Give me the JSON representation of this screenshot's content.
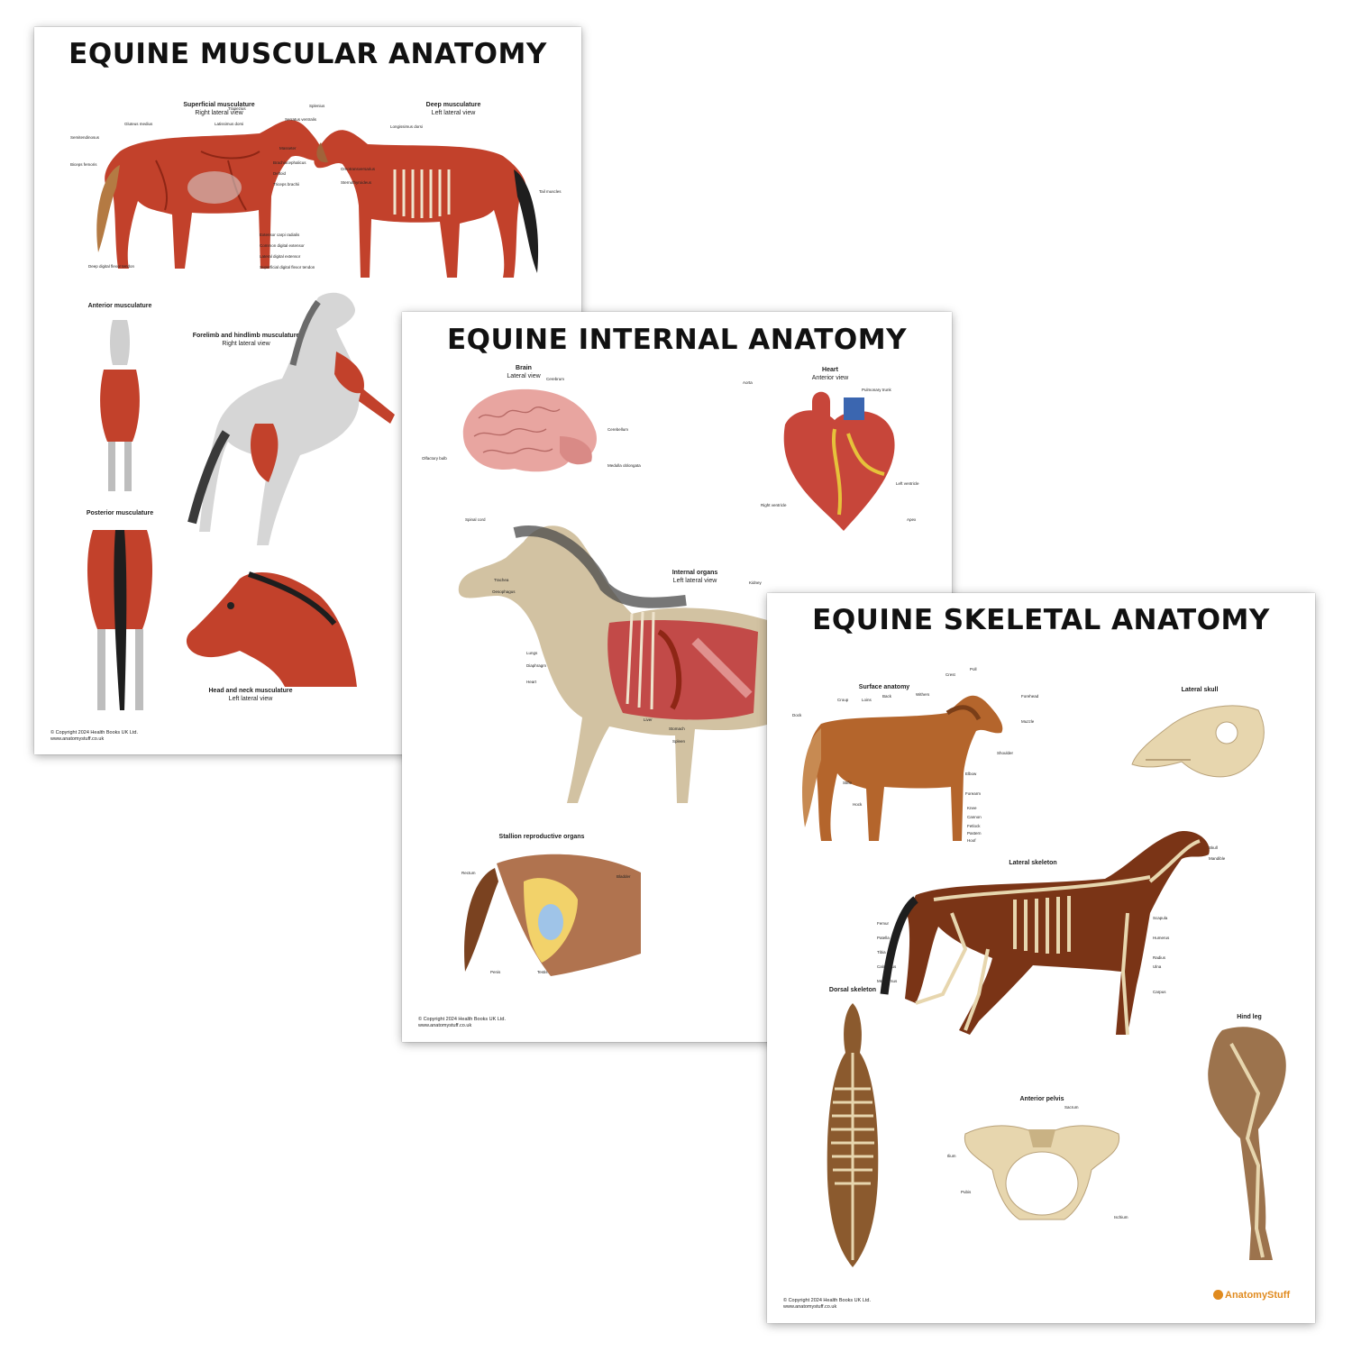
{
  "posters": {
    "muscular": {
      "title": "EQUINE MUSCULAR ANATOMY",
      "sections": {
        "superficial": {
          "title": "Superficial musculature",
          "sub": "Right lateral view"
        },
        "deep": {
          "title": "Deep musculature",
          "sub": "Left lateral view"
        },
        "anterior": {
          "title": "Anterior musculature"
        },
        "forelimb": {
          "title": "Forelimb and hindlimb musculature",
          "sub": "Right lateral view"
        },
        "posterior": {
          "title": "Posterior musculature"
        },
        "head": {
          "title": "Head and neck musculature",
          "sub": "Left lateral view"
        }
      },
      "labels": [
        "Trapezius",
        "Brachiocephalicus",
        "Deltoid",
        "Triceps brachii",
        "Latissimus dorsi",
        "Gluteus medius",
        "Biceps femoris",
        "Semitendinosus",
        "Serratus ventralis",
        "Splenius",
        "Longissimus dorsi",
        "Masseter",
        "Omotransversarius",
        "Sternothyroideus",
        "Extensor carpi radialis",
        "Common digital extensor",
        "Lateral digital extensor",
        "Deep digital flexor tendon",
        "Superficial digital flexor tendon",
        "Tail muscles"
      ],
      "footer": {
        "copyright": "© Copyright 2024 Health Books UK Ltd.",
        "site": "www.anatomystuff.co.uk"
      }
    },
    "internal": {
      "title": "EQUINE INTERNAL ANATOMY",
      "sections": {
        "brain": {
          "title": "Brain",
          "sub": "Lateral view"
        },
        "heart": {
          "title": "Heart",
          "sub": "Anterior view"
        },
        "organs": {
          "title": "Internal organs",
          "sub": "Left lateral view"
        },
        "repro": {
          "title": "Stallion reproductive organs"
        }
      },
      "labels": [
        "Cerebrum",
        "Cerebellum",
        "Medulla oblongata",
        "Olfactory bulb",
        "Aorta",
        "Pulmonary trunk",
        "Left ventricle",
        "Right ventricle",
        "Apex",
        "Spinal cord",
        "Trachea",
        "Oesophagus",
        "Lungs",
        "Diaphragm",
        "Heart",
        "Liver",
        "Stomach",
        "Spleen",
        "Kidney",
        "Bladder",
        "Rectum",
        "Penis",
        "Testis"
      ],
      "footer": {
        "copyright": "© Copyright 2024 Health Books UK Ltd.",
        "site": "www.anatomystuff.co.uk"
      }
    },
    "skeletal": {
      "title": "EQUINE SKELETAL ANATOMY",
      "sections": {
        "surface": {
          "title": "Surface anatomy"
        },
        "skull": {
          "title": "Lateral skull"
        },
        "lateral": {
          "title": "Lateral skeleton"
        },
        "dorsal": {
          "title": "Dorsal skeleton"
        },
        "pelvis": {
          "title": "Anterior pelvis"
        },
        "hindleg": {
          "title": "Hind leg"
        }
      },
      "labels": [
        "Poll",
        "Crest",
        "Withers",
        "Back",
        "Loins",
        "Croup",
        "Dock",
        "Forehead",
        "Muzzle",
        "Shoulder",
        "Elbow",
        "Forearm",
        "Knee",
        "Cannon",
        "Fetlock",
        "Pastern",
        "Hoof",
        "Stifle",
        "Hock",
        "Skull",
        "Mandible",
        "Scapula",
        "Humerus",
        "Radius",
        "Ulna",
        "Carpus",
        "Femur",
        "Patella",
        "Tibia",
        "Calcaneus",
        "Metatarsus",
        "Sacrum",
        "Ilium",
        "Ischium",
        "Pubis"
      ],
      "footer": {
        "copyright": "© Copyright 2024 Health Books UK Ltd.",
        "site": "www.anatomystuff.co.uk"
      },
      "brand": "AnatomyStuff"
    }
  },
  "colors": {
    "muscle": "#c2412b",
    "muscle_dark": "#8e2615",
    "coat": "#b4652c",
    "bone": "#e7d6ae",
    "grey_coat": "#cfcfcf"
  }
}
